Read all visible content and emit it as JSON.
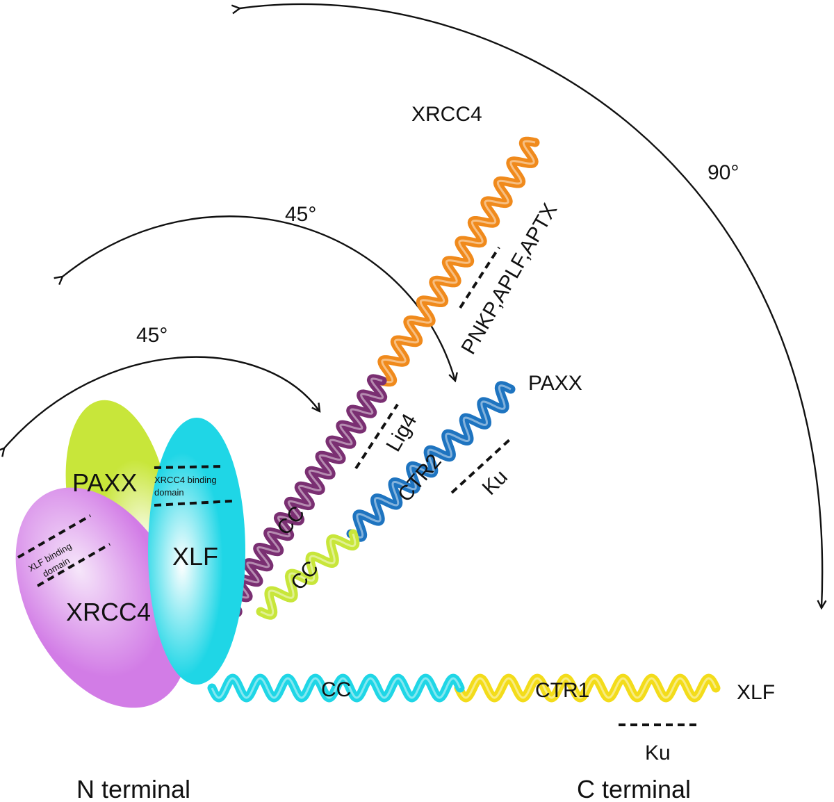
{
  "colors": {
    "paax_domain": "#c8e63a",
    "xlf_domain": "#1fd6e6",
    "xrcc4_domain": "#d27ce6",
    "xrcc4_cc_helix": "#7a2f72",
    "xrcc4_ctr_helix": "#f08a1c",
    "paxx_cc_helix": "#c8e63a",
    "paxx_ctr_helix": "#1e74c0",
    "xlf_cc_helix": "#1fd6e6",
    "xlf_ctr_helix": "#f3dc1a",
    "arrows": "#111111",
    "dashes": "#111111"
  },
  "domains": {
    "paxx_label": "PAXX",
    "xlf_label": "XLF",
    "xrcc4_label": "XRCC4",
    "xrcc4_binding_line1": "XRCC4 binding",
    "xrcc4_binding_line2": "domain",
    "xlf_binding_line1": "XLF binding",
    "xlf_binding_line2": "domain"
  },
  "helices": {
    "xrcc4_name": "XRCC4",
    "paxx_name": "PAXX",
    "xlf_name": "XLF",
    "xrcc4_cc": "CC",
    "paxx_cc": "CC",
    "paxx_ctr": "CTR2",
    "xlf_cc": "CC",
    "xlf_ctr": "CTR1"
  },
  "partners": {
    "xrcc4_ctr": "PNKP,APLF,APTX",
    "lig4": "Lig4",
    "paxx_ku": "Ku",
    "xlf_ku": "Ku"
  },
  "angles": {
    "outer": "90°",
    "middle": "45°",
    "inner": "45°"
  },
  "termini": {
    "n": "N terminal",
    "c": "C terminal"
  }
}
